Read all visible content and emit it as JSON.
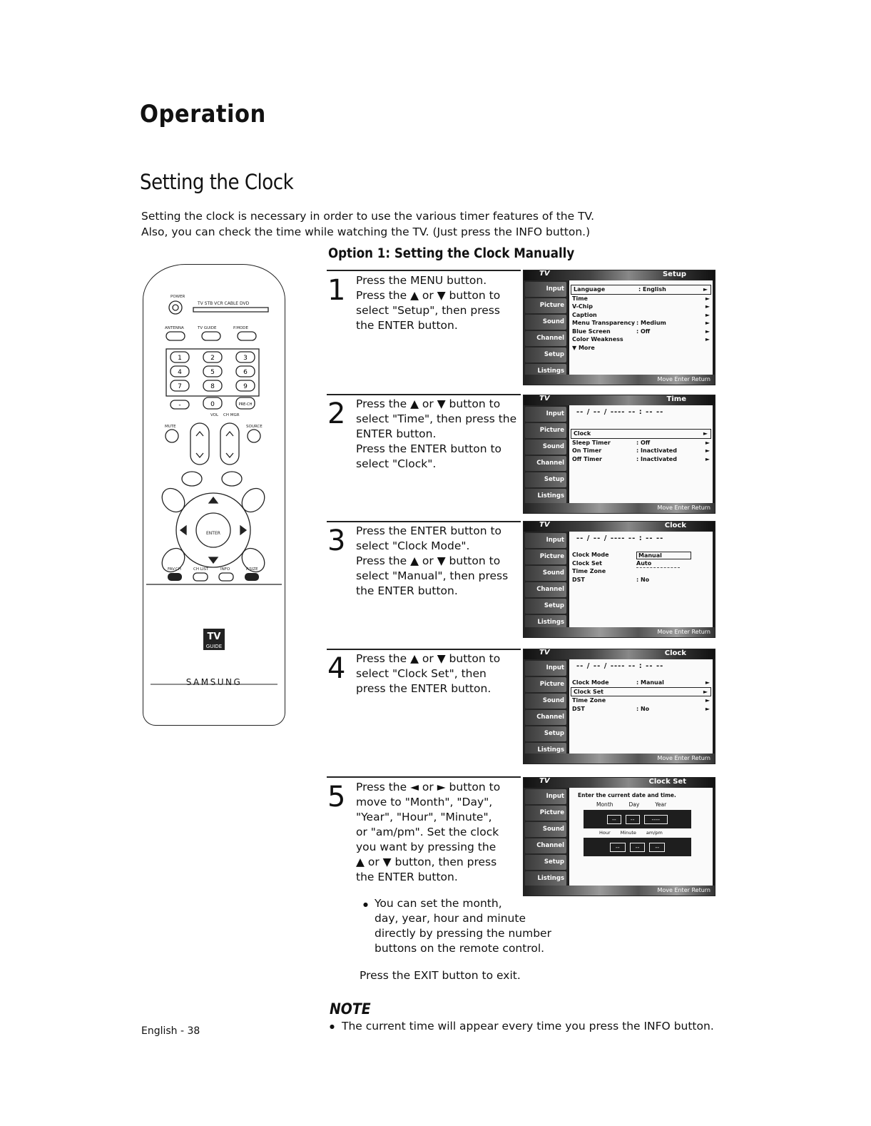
{
  "page": {
    "section_title": "Operation",
    "subsection_title": "Setting the Clock",
    "intro_line1": "Setting the clock is necessary in order to use the various timer features of the TV.",
    "intro_line2": "Also, you can check the time while watching the TV. (Just press the INFO button.)",
    "option_heading": "Option 1: Setting the Clock Manually",
    "footer": "English - 38"
  },
  "remote": {
    "brand": "SAMSUNG",
    "guide_top": "TV",
    "guide_bottom": "GUIDE",
    "power_label": "POWER",
    "mode_labels": "TV STB VCR CABLE DVD",
    "labels_row1": [
      "ANTENNA",
      "TV GUIDE",
      "P.MODE"
    ],
    "number_keys": [
      "1",
      "2",
      "3",
      "4",
      "5",
      "6",
      "7",
      "8",
      "9",
      "-",
      "0",
      "PRE-CH"
    ],
    "vol_label": "VOL",
    "chmgr_label": "CH MGR",
    "mute_label": "MUTE",
    "source_label": "SOURCE",
    "enter_label": "ENTER",
    "bottom_labels": [
      "FAV.CH",
      "CH LIST",
      "INFO",
      "P.SIZE"
    ]
  },
  "steps": [
    {
      "num": "1",
      "lines": [
        "Press the MENU button.",
        "Press the ▲ or ▼ button to",
        "select \"Setup\", then press",
        "the ENTER button."
      ]
    },
    {
      "num": "2",
      "lines": [
        "Press the ▲ or ▼ button to",
        "select \"Time\", then press the",
        "ENTER button.",
        "Press the ENTER button to",
        "select \"Clock\"."
      ]
    },
    {
      "num": "3",
      "lines": [
        "Press the ENTER button to",
        "select \"Clock Mode\".",
        "Press the ▲ or ▼ button to",
        "select \"Manual\", then press",
        "the ENTER button."
      ]
    },
    {
      "num": "4",
      "lines": [
        "Press the ▲ or ▼ button to",
        "select \"Clock Set\", then",
        "press the ENTER button."
      ]
    },
    {
      "num": "5",
      "lines": [
        "Press the ◄ or ► button to",
        "move to \"Month\", \"Day\",",
        "\"Year\", \"Hour\", \"Minute\",",
        "or \"am/pm\". Set the clock",
        "you want by pressing the",
        "▲ or ▼ button, then press",
        "the ENTER button."
      ]
    }
  ],
  "step5_bullet": [
    "You can set the month,",
    "day, year, hour and minute",
    "directly by pressing the number",
    "buttons on the remote control."
  ],
  "exit_text": "Press the EXIT button to exit.",
  "note": {
    "heading": "NOTE",
    "text": "The current time will appear every time you press the INFO button."
  },
  "screens": {
    "brand": "TV",
    "sidebar": [
      "Input",
      "Picture",
      "Sound",
      "Channel",
      "Setup",
      "Listings"
    ],
    "time_display": "-- / -- / ---- -- : -- --",
    "screen1": {
      "title": "Setup",
      "rows": [
        {
          "label": "Language",
          "value": ": English",
          "arrow": "►"
        },
        {
          "label": "Time",
          "value": "",
          "arrow": "►"
        },
        {
          "label": "V-Chip",
          "value": "",
          "arrow": "►"
        },
        {
          "label": "Caption",
          "value": "",
          "arrow": "►"
        },
        {
          "label": "Menu Transparency",
          "value": ": Medium",
          "arrow": "►"
        },
        {
          "label": "Blue Screen",
          "value": ": Off",
          "arrow": "►"
        },
        {
          "label": "Color Weakness",
          "value": "",
          "arrow": "►"
        },
        {
          "label": "▼ More",
          "value": "",
          "arrow": ""
        }
      ]
    },
    "screen2": {
      "title": "Time",
      "rows": [
        {
          "label": "Clock",
          "value": "",
          "arrow": "►"
        },
        {
          "label": "Sleep Timer",
          "value": ": Off",
          "arrow": "►"
        },
        {
          "label": "On Timer",
          "value": ": Inactivated",
          "arrow": "►"
        },
        {
          "label": "Off Timer",
          "value": ": Inactivated",
          "arrow": "►"
        }
      ]
    },
    "screen3": {
      "title": "Clock",
      "rows": [
        {
          "label": "Clock Mode",
          "value": "Manual"
        },
        {
          "label": "Clock Set",
          "value": "Auto"
        },
        {
          "label": "Time Zone",
          "value": ""
        },
        {
          "label": "DST",
          "value": ": No"
        }
      ]
    },
    "screen4": {
      "title": "Clock",
      "rows": [
        {
          "label": "Clock Mode",
          "value": ": Manual",
          "arrow": "►"
        },
        {
          "label": "Clock Set",
          "value": "",
          "arrow": "►"
        },
        {
          "label": "Time Zone",
          "value": "",
          "arrow": "►"
        },
        {
          "label": "DST",
          "value": ": No",
          "arrow": "►"
        }
      ]
    },
    "screen5": {
      "title": "Clock Set",
      "prompt": "Enter the current date and time.",
      "date_labels": [
        "Month",
        "Day",
        "Year"
      ],
      "time_labels": [
        "Hour",
        "Minute",
        "am/pm"
      ],
      "date_fields": [
        "--",
        "--",
        "----"
      ],
      "time_fields": [
        "--",
        "--",
        "--"
      ]
    },
    "bottom_hint": "Move  Enter  Return"
  }
}
